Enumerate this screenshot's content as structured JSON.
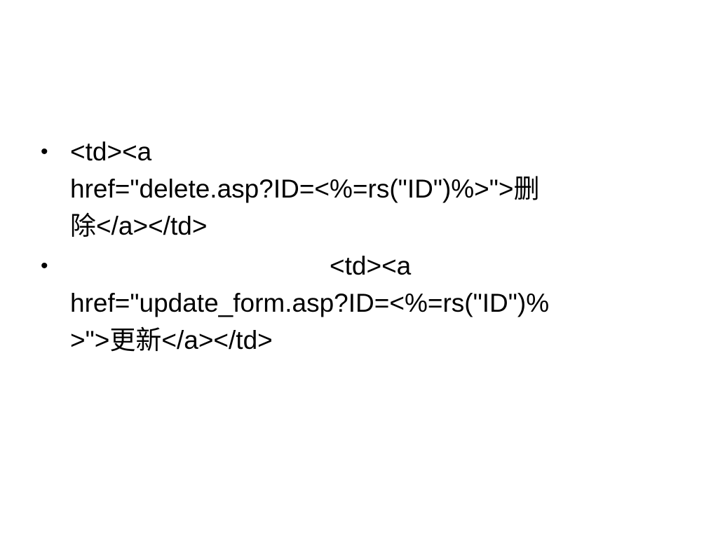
{
  "slide": {
    "bullet_marker": "•",
    "bullets": [
      {
        "lines": [
          "<td><a",
          "href=\"delete.asp?ID=<%=rs(\"ID\")%>\">删",
          "除</a></td>"
        ]
      },
      {
        "lines": [
          "<td><a",
          "href=\"update_form.asp?ID=<%=rs(\"ID\")%",
          ">\">更新</a></td>"
        ]
      }
    ]
  }
}
